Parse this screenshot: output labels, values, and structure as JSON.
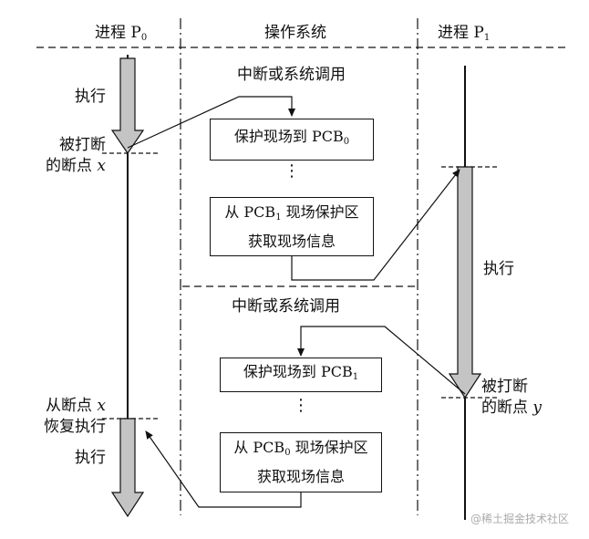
{
  "header": {
    "p0": {
      "name": "进程 P",
      "sub": "0"
    },
    "os": "操作系统",
    "p1": {
      "name": "进程 P",
      "sub": "1"
    }
  },
  "p0": {
    "exec1": "执行",
    "break_line1": "被打断",
    "break_line2": "的断点",
    "break_var": "x",
    "resume_line1": "从断点",
    "resume_var": "x",
    "resume_line2": "恢复执行",
    "exec2": "执行"
  },
  "os": {
    "call1": "中断或系统调用",
    "box1": {
      "pre": "保护现场到 PCB",
      "sub": "0"
    },
    "box2": {
      "pre": "从 PCB",
      "sub": "1",
      "post": " 现场保护区",
      "line2": "获取现场信息"
    },
    "call2": "中断或系统调用",
    "box3": {
      "pre": "保护现场到 PCB",
      "sub": "1"
    },
    "box4": {
      "pre": "从 PCB",
      "sub": "0",
      "post": " 现场保护区",
      "line2": "获取现场信息"
    },
    "dots": "⋮"
  },
  "p1": {
    "exec": "执行",
    "break_line1": "被打断",
    "break_line2": "的断点",
    "break_var": "y"
  },
  "watermark": "@稀土掘金技术社区",
  "colors": {
    "arrow_fill": "#c4c4c4",
    "line": "#111111"
  }
}
